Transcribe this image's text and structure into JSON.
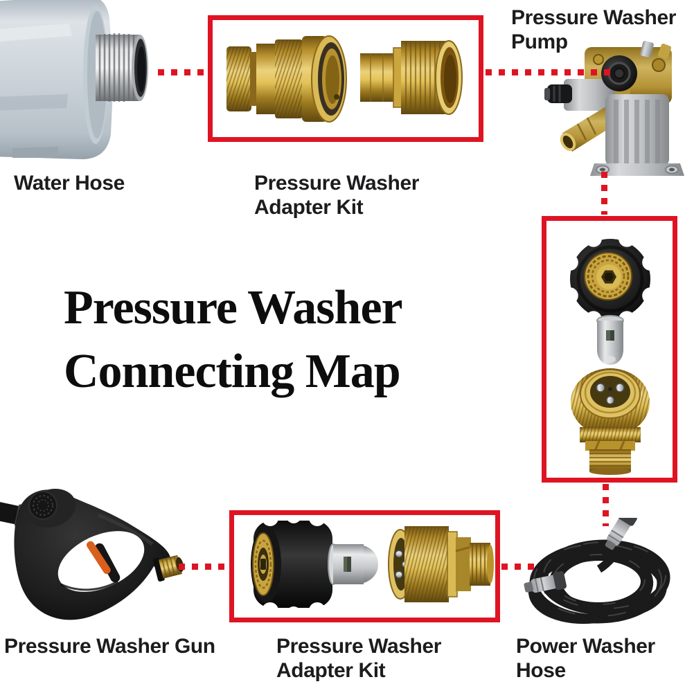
{
  "title": {
    "line1": "Pressure Washer",
    "line2": "Connecting Map"
  },
  "nodes": {
    "water_hose": {
      "label": "Water Hose"
    },
    "adapter_kit_top": {
      "label_line1": "Pressure Washer",
      "label_line2": "Adapter Kit"
    },
    "pump": {
      "label_line1": "Pressure Washer",
      "label_line2": "Pump"
    },
    "gun": {
      "label": "Pressure Washer Gun"
    },
    "adapter_kit_bottom": {
      "label_line1": "Pressure Washer",
      "label_line2": "Adapter Kit"
    },
    "power_hose": {
      "label_line1": "Power Washer",
      "label_line2": "Hose"
    }
  },
  "connections": [
    {
      "from": "water_hose",
      "to": "adapter_kit_top"
    },
    {
      "from": "adapter_kit_top",
      "to": "pump"
    },
    {
      "from": "pump",
      "to": "adapter_kit_right"
    },
    {
      "from": "adapter_kit_right",
      "to": "power_hose"
    },
    {
      "from": "gun",
      "to": "adapter_kit_bottom"
    },
    {
      "from": "adapter_kit_bottom",
      "to": "power_hose"
    }
  ],
  "colors": {
    "accent_red": "#de1423",
    "background": "#ffffff",
    "label_text": "#1c1c1e",
    "brass": "#c9a53f",
    "steel": "#cfd2d4",
    "plastic_gray": "#ccd4da",
    "black_plastic": "#1d1d1d"
  }
}
